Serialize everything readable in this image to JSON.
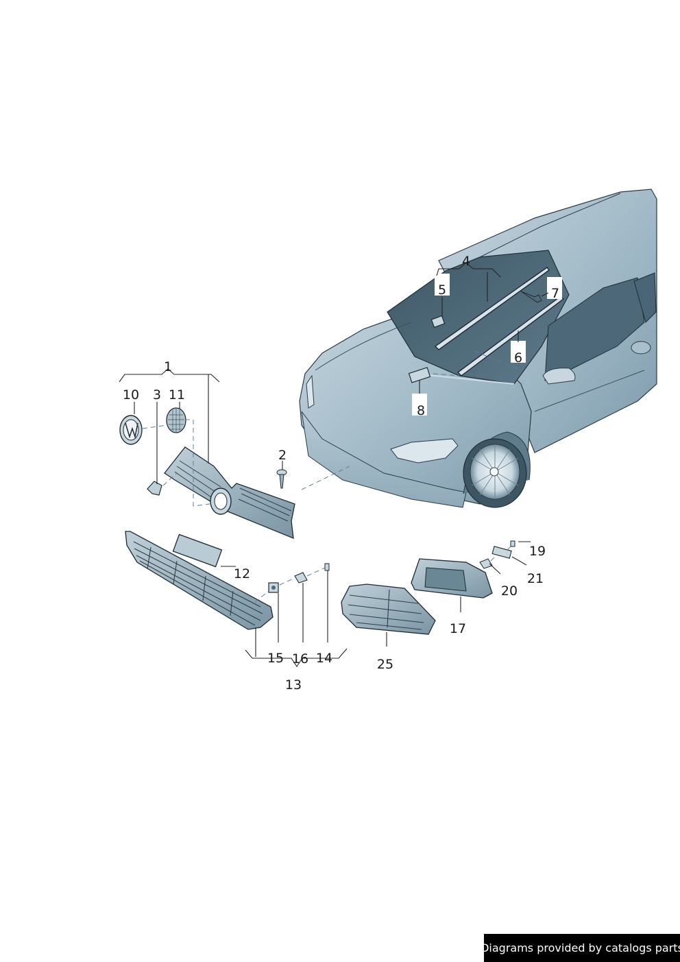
{
  "diagram": {
    "callouts": [
      {
        "id": "c1",
        "label": "1"
      },
      {
        "id": "c2",
        "label": "2"
      },
      {
        "id": "c3",
        "label": "3"
      },
      {
        "id": "c4",
        "label": "4"
      },
      {
        "id": "c5",
        "label": "5"
      },
      {
        "id": "c6",
        "label": "6"
      },
      {
        "id": "c7",
        "label": "7"
      },
      {
        "id": "c8",
        "label": "8"
      },
      {
        "id": "c10",
        "label": "10"
      },
      {
        "id": "c11",
        "label": "11"
      },
      {
        "id": "c12",
        "label": "12"
      },
      {
        "id": "c13",
        "label": "13"
      },
      {
        "id": "c14",
        "label": "14"
      },
      {
        "id": "c15",
        "label": "15"
      },
      {
        "id": "c16",
        "label": "16"
      },
      {
        "id": "c17",
        "label": "17"
      },
      {
        "id": "c19",
        "label": "19"
      },
      {
        "id": "c20",
        "label": "20"
      },
      {
        "id": "c21",
        "label": "21"
      },
      {
        "id": "c25",
        "label": "25"
      }
    ]
  },
  "footer": {
    "credit": "Diagrams provided by catalogs parts"
  },
  "colors": {
    "car_body": "#9fb8c6",
    "car_shadow": "#6f8fa1",
    "glass": "#4f6b7b",
    "part_fill": "#8ea6b3",
    "background": "#ffffff"
  }
}
